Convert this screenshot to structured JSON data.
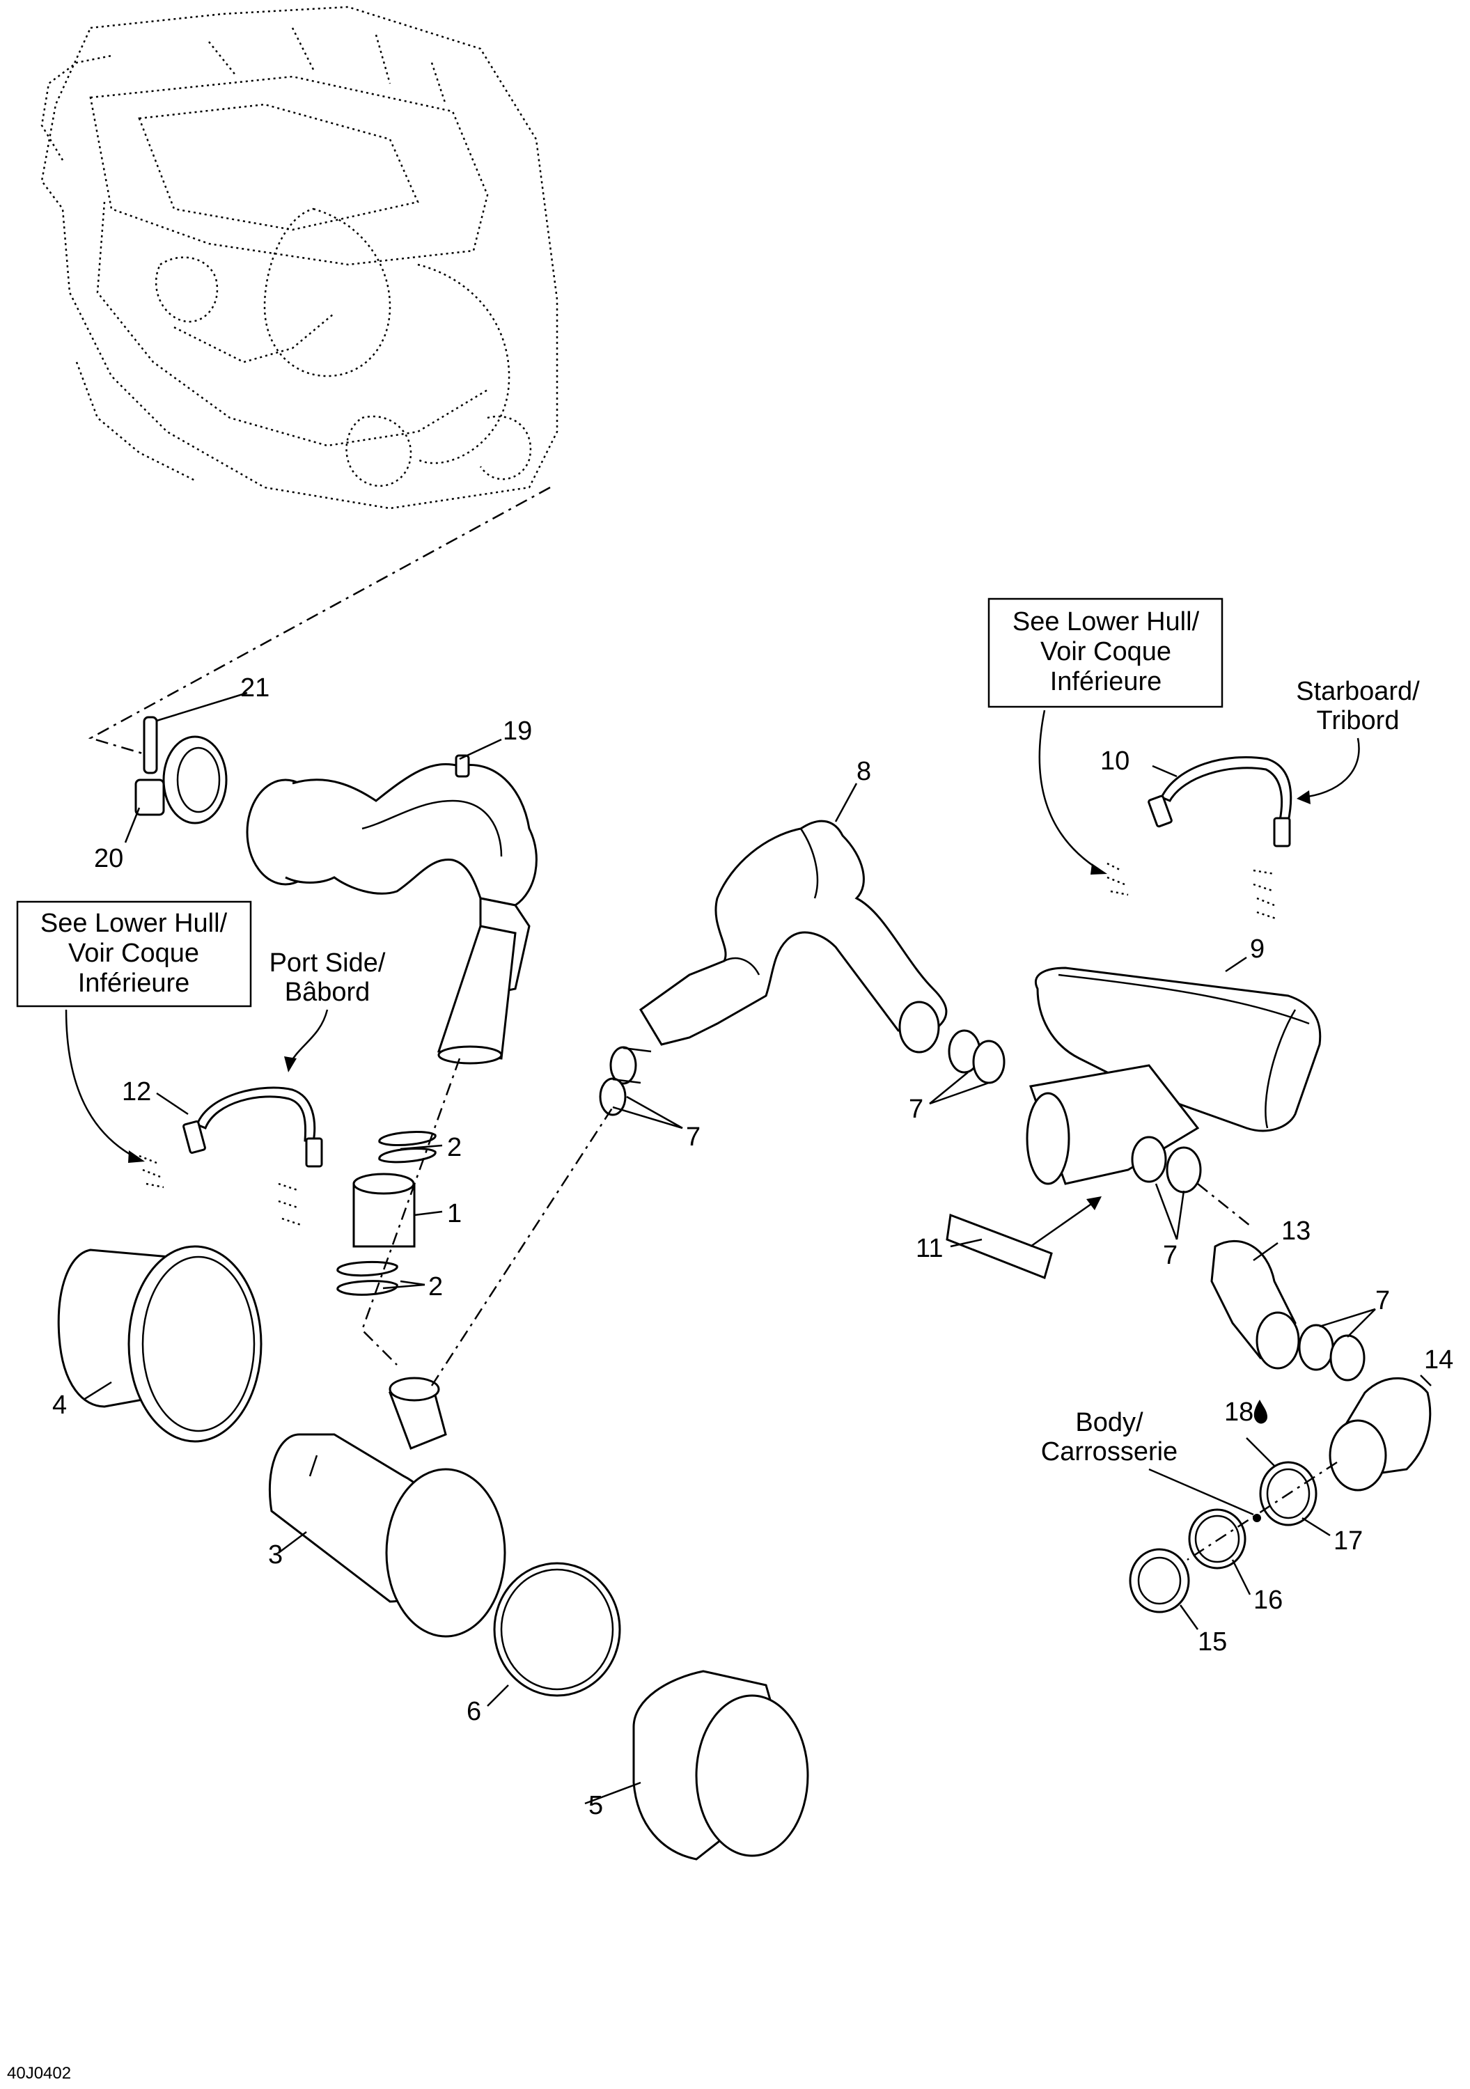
{
  "callouts": {
    "c1": "1",
    "c2a": "2",
    "c2b": "2",
    "c3": "3",
    "c4": "4",
    "c5": "5",
    "c6": "6",
    "c7a": "7",
    "c7b": "7",
    "c7c": "7",
    "c7d": "7",
    "c8": "8",
    "c9": "9",
    "c10": "10",
    "c11": "11",
    "c12": "12",
    "c13": "13",
    "c14": "14",
    "c15": "15",
    "c16": "16",
    "c17": "17",
    "c18": "18",
    "c19": "19",
    "c20": "20",
    "c21": "21"
  },
  "notes": {
    "lower_hull_right": [
      "See Lower Hull/",
      "Voir Coque",
      "Inférieure"
    ],
    "lower_hull_left": [
      "See Lower Hull/",
      "Voir Coque",
      "Inférieure"
    ],
    "starboard": [
      "Starboard/",
      "Tribord"
    ],
    "port_side": [
      "Port Side/",
      "Bâbord"
    ],
    "body": [
      "Body/",
      "Carrosserie"
    ]
  },
  "reference_code": "40J0402",
  "icons": {
    "sealant": "drop-icon"
  }
}
